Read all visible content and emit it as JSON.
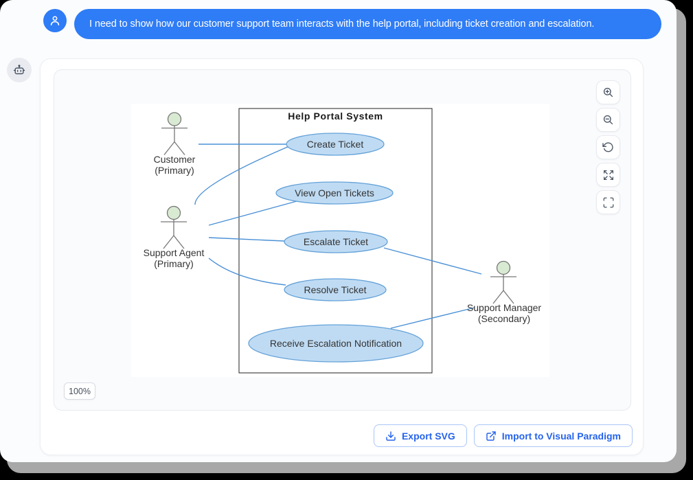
{
  "chat": {
    "user_message": "I need to show how our customer support team interacts with the help portal, including ticket creation and escalation."
  },
  "viewer": {
    "zoom_badge": "100%"
  },
  "actions": {
    "export_svg_label": "Export SVG",
    "import_vp_label": "Import to Visual Paradigm"
  },
  "diagram": {
    "system_title": "Help Portal System",
    "use_cases": [
      {
        "label": "Create Ticket"
      },
      {
        "label": "View Open Tickets"
      },
      {
        "label": "Escalate Ticket"
      },
      {
        "label": "Resolve Ticket"
      },
      {
        "label": "Receive Escalation Notification"
      }
    ],
    "actors": [
      {
        "name": "Customer",
        "role": "(Primary)"
      },
      {
        "name": "Support Agent",
        "role": "(Primary)"
      },
      {
        "name": "Support Manager",
        "role": "(Secondary)"
      }
    ]
  },
  "icons": {
    "user_avatar": "person-icon",
    "assistant_avatar": "robot-icon",
    "controls": [
      "zoom-in-icon",
      "zoom-out-icon",
      "reset-view-icon",
      "expand-icon",
      "fullscreen-icon"
    ],
    "export_button": "download-icon",
    "import_button": "external-link-icon"
  },
  "colors": {
    "accent_blue": "#2e7cf6",
    "button_blue": "#2563eb",
    "usecase_fill": "#bfdbf3",
    "usecase_stroke": "#64a2d8",
    "connector_blue": "#4a90d5",
    "actor_head_fill": "#d9ead3"
  }
}
